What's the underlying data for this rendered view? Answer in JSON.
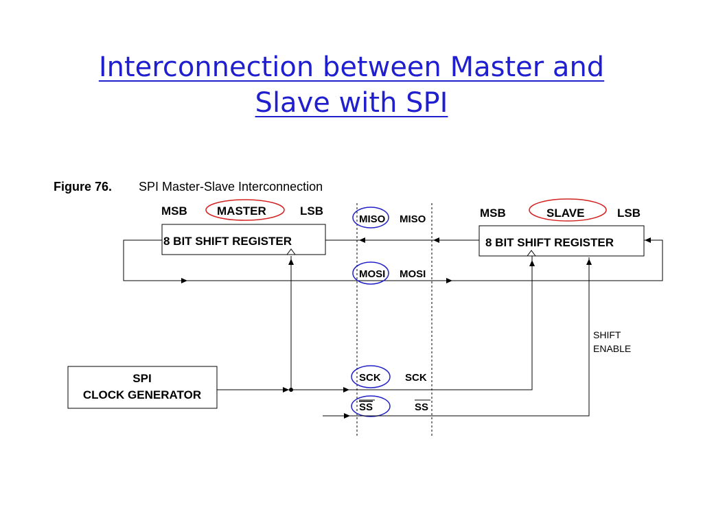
{
  "slide": {
    "title_line1": "Interconnection between Master and",
    "title_line2": "Slave with SPI"
  },
  "figure": {
    "number": "Figure 76.",
    "caption": "SPI Master-Slave Interconnection"
  },
  "master": {
    "msb": "MSB",
    "name": "MASTER",
    "lsb": "LSB",
    "register": "8 BIT SHIFT REGISTER"
  },
  "slave": {
    "msb": "MSB",
    "name": "SLAVE",
    "lsb": "LSB",
    "register": "8 BIT SHIFT REGISTER"
  },
  "clock": {
    "line1": "SPI",
    "line2": "CLOCK GENERATOR"
  },
  "signals": {
    "miso_left": "MISO",
    "miso_right": "MISO",
    "mosi_left": "MOSI",
    "mosi_right": "MOSI",
    "sck_left": "SCK",
    "sck_right": "SCK",
    "ss_left": "SS",
    "ss_right": "SS"
  },
  "shift_enable": {
    "line1": "SHIFT",
    "line2": "ENABLE"
  },
  "colors": {
    "title": "#1f1fcf",
    "red_highlight": "#d42020",
    "blue_highlight": "#2020c8",
    "line": "#000000"
  }
}
